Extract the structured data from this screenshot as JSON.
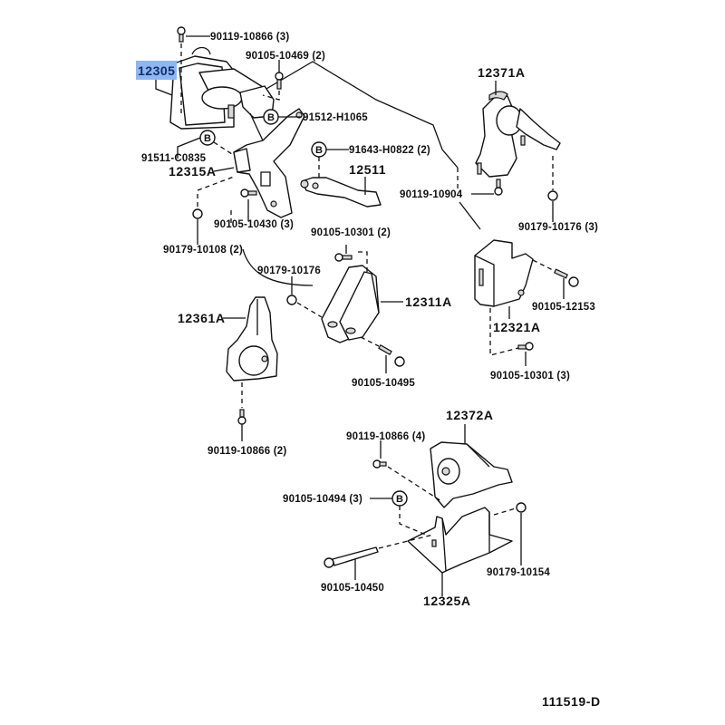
{
  "diagram": {
    "title_code": "111519-D",
    "highlight_color": "#8fb6f2",
    "highlighted_part": "12305",
    "parts": [
      {
        "id": "12305",
        "highlighted": true
      },
      {
        "id": "12315A"
      },
      {
        "id": "12511"
      },
      {
        "id": "12371A"
      },
      {
        "id": "12311A"
      },
      {
        "id": "12361A"
      },
      {
        "id": "12321A"
      },
      {
        "id": "12372A"
      },
      {
        "id": "12325A"
      }
    ],
    "fasteners": [
      "90119-10866 (3)",
      "90105-10469 (2)",
      "91512-H1065",
      "91511-C0835",
      "91643-H0822 (2)",
      "90105-10430 (3)",
      "90179-10108 (2)",
      "90119-10904",
      "90179-10176 (3)",
      "90105-10301 (2)",
      "90179-10176",
      "90105-12153",
      "90105-10495",
      "90105-10301 (3)",
      "90119-10866 (2)",
      "90119-10866 (4)",
      "90105-10494 (3)",
      "90179-10154",
      "90105-10450"
    ],
    "callout_symbol": "B"
  }
}
